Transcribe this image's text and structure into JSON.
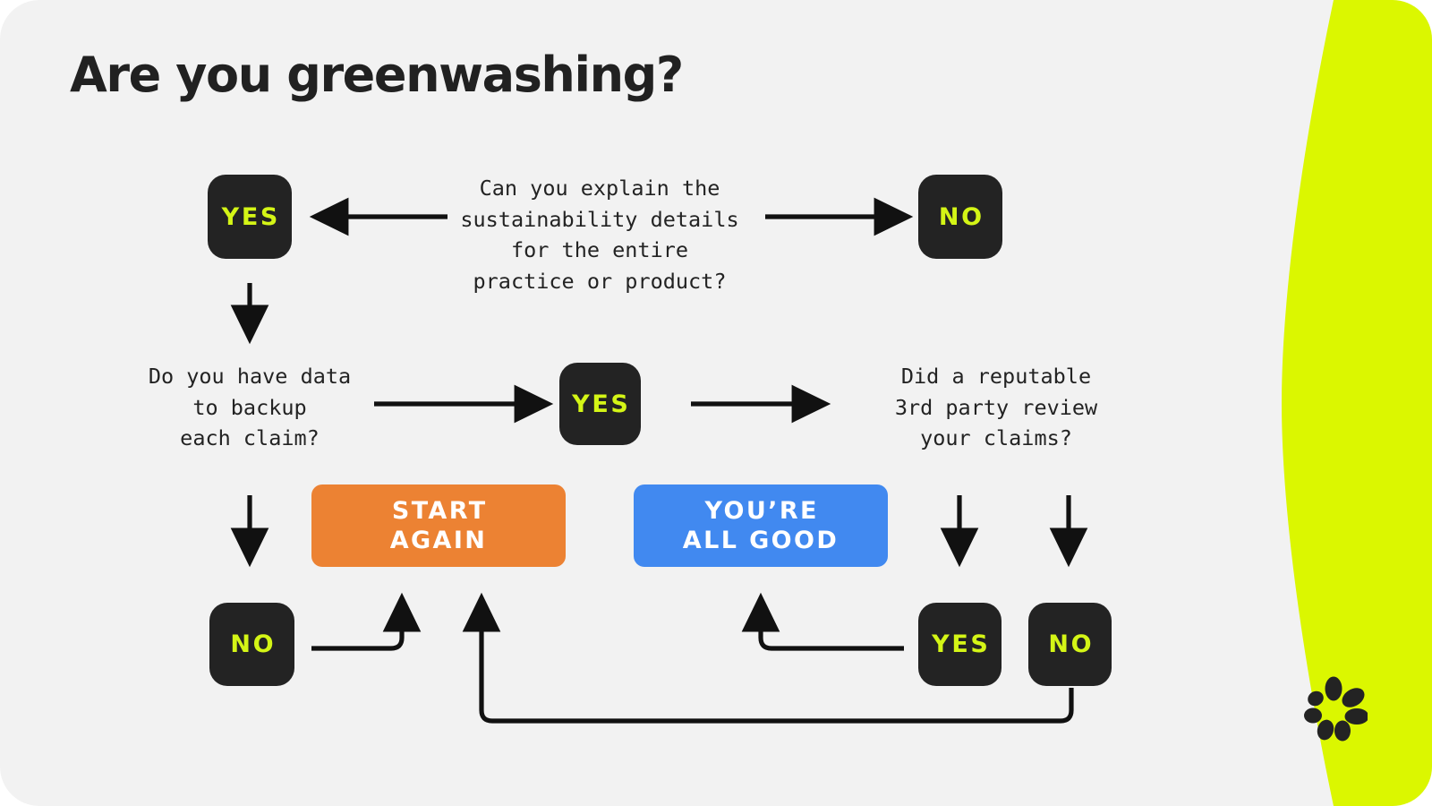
{
  "page": {
    "title": "Are you greenwashing?",
    "background_color": "#f2f2f2",
    "accent_lime": "#dbf700",
    "badge_black": "#232323",
    "badge_text_lime": "#d4f516",
    "orange": "#ec8233",
    "blue": "#4189f0"
  },
  "questions": {
    "q1": "Can you explain the\nsustainability details\nfor the entire\npractice or product?",
    "q2": "Do you have data\nto backup\neach claim?",
    "q3": "Did a reputable\n3rd party review\nyour claims?"
  },
  "badges": {
    "q1_yes": "YES",
    "q1_no": "NO",
    "q2_yes": "YES",
    "q2_no": "NO",
    "q3_yes": "YES",
    "q3_no": "NO"
  },
  "results": {
    "start_again": "START\nAGAIN",
    "all_good": "YOU’RE\nALL GOOD"
  },
  "logo": {
    "name": "flower-petal-logo",
    "petal_count": 7
  }
}
